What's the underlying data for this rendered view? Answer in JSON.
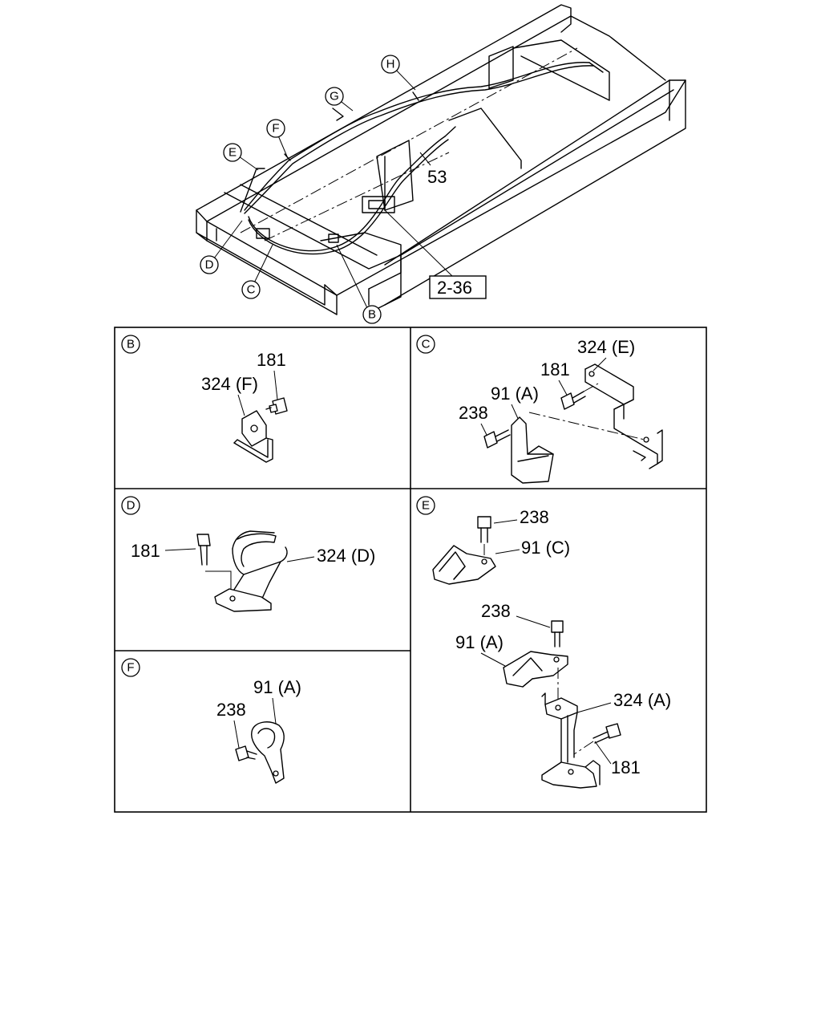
{
  "overview": {
    "callouts": [
      "H",
      "G",
      "F",
      "E",
      "D",
      "C",
      "B"
    ],
    "part_53": "53",
    "ref_box": "2-36"
  },
  "panels": {
    "B": {
      "letter": "B",
      "labels": {
        "p181": "181",
        "p324f": "324 (F)"
      }
    },
    "C": {
      "letter": "C",
      "labels": {
        "p324e": "324 (E)",
        "p181": "181",
        "p91a": "91 (A)",
        "p238": "238"
      }
    },
    "D": {
      "letter": "D",
      "labels": {
        "p181": "181",
        "p324d": "324 (D)"
      }
    },
    "E": {
      "letter": "E",
      "labels": {
        "p238a": "238",
        "p91c": "91 (C)",
        "p238b": "238",
        "p91a": "91 (A)",
        "p324a": "324 (A)",
        "p181": "181"
      }
    },
    "F": {
      "letter": "F",
      "labels": {
        "p91a": "91 (A)",
        "p238": "238"
      }
    }
  }
}
